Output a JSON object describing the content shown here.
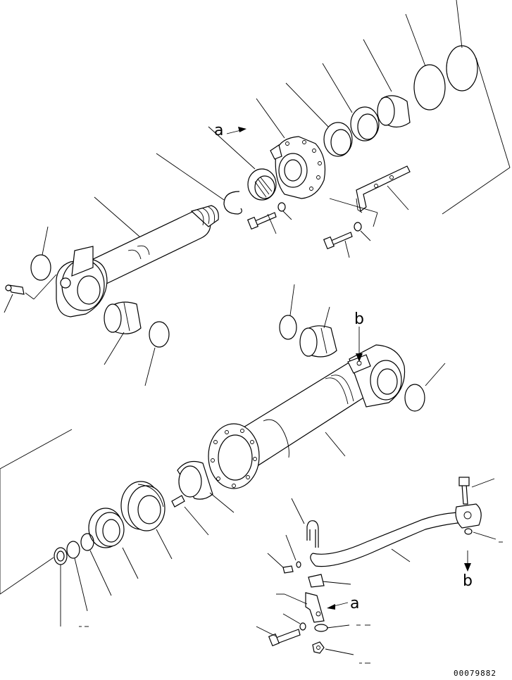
{
  "drawing": {
    "ref_a_top": "a",
    "ref_b_top": "b",
    "ref_b_bottom": "b",
    "ref_a_bottom": "a",
    "code": "00079882"
  }
}
